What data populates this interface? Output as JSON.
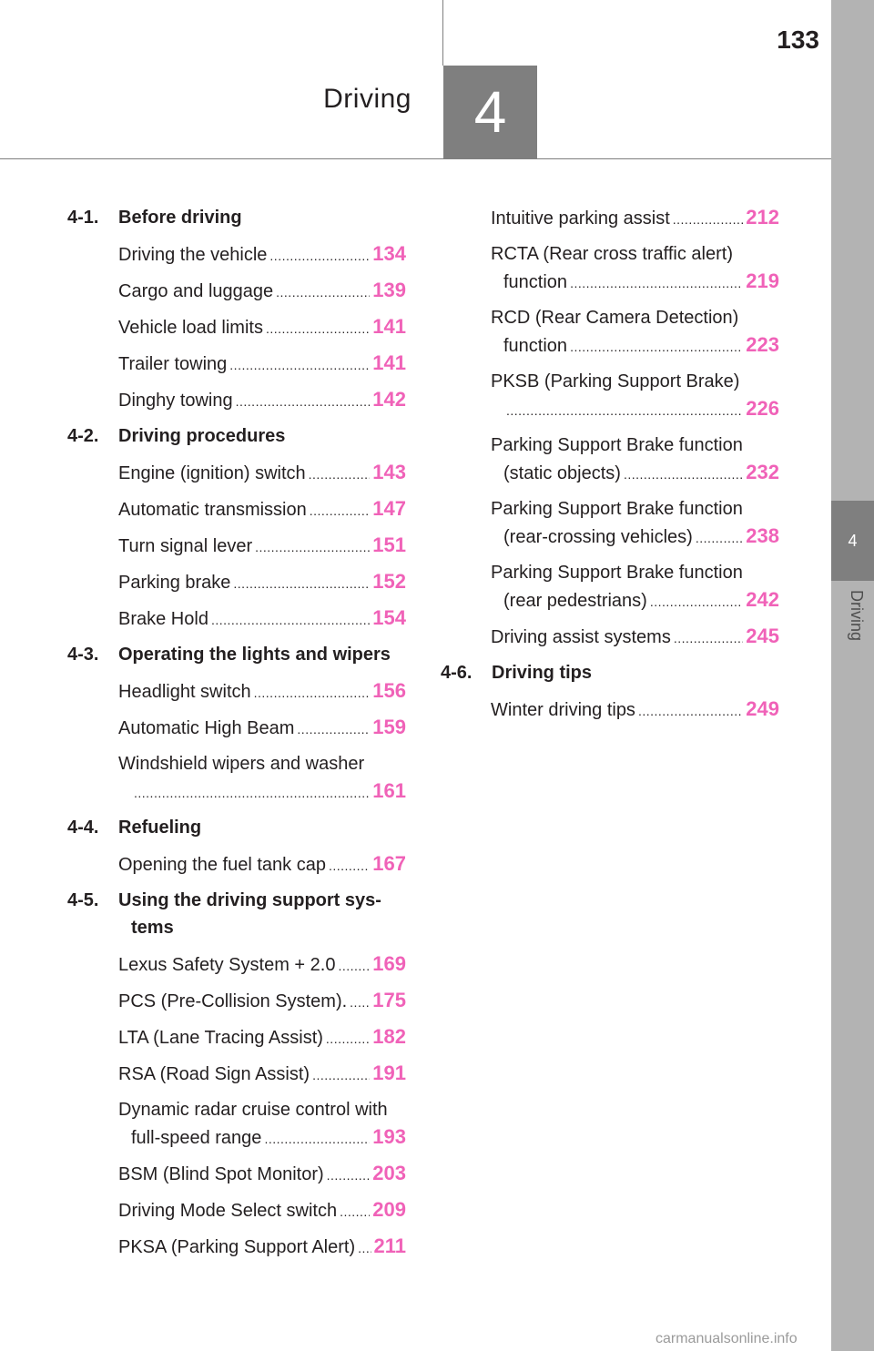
{
  "header": {
    "page_number": "133",
    "chapter_number": "4",
    "chapter_title": "Driving",
    "side_tab_number": "4",
    "side_tab_label": "Driving"
  },
  "colors": {
    "page_ref": "#f062b8",
    "chapter_box": "#7f7f7f",
    "sidebar": "#b3b3b3"
  },
  "toc": {
    "sections": [
      {
        "num": "4-1.",
        "title": "Before driving",
        "entries": [
          {
            "lines": [
              "Driving the vehicle"
            ],
            "page": "134"
          },
          {
            "lines": [
              "Cargo and luggage"
            ],
            "page": "139"
          },
          {
            "lines": [
              "Vehicle load limits"
            ],
            "page": "141"
          },
          {
            "lines": [
              "Trailer towing"
            ],
            "page": "141"
          },
          {
            "lines": [
              "Dinghy towing"
            ],
            "page": "142"
          }
        ]
      },
      {
        "num": "4-2.",
        "title": "Driving procedures",
        "entries": [
          {
            "lines": [
              "Engine (ignition) switch"
            ],
            "page": "143"
          },
          {
            "lines": [
              "Automatic transmission"
            ],
            "page": "147"
          },
          {
            "lines": [
              "Turn signal lever"
            ],
            "page": "151"
          },
          {
            "lines": [
              "Parking brake"
            ],
            "page": "152"
          },
          {
            "lines": [
              "Brake Hold"
            ],
            "page": "154"
          }
        ]
      },
      {
        "num": "4-3.",
        "title": "Operating the lights and wipers",
        "entries": [
          {
            "lines": [
              "Headlight switch"
            ],
            "page": "156"
          },
          {
            "lines": [
              "Automatic High Beam"
            ],
            "page": "159"
          },
          {
            "lines": [
              "Windshield wipers and washer",
              ""
            ],
            "page": "161"
          }
        ]
      },
      {
        "num": "4-4.",
        "title": "Refueling",
        "entries": [
          {
            "lines": [
              "Opening the fuel tank cap"
            ],
            "page": "167"
          }
        ]
      },
      {
        "num": "4-5.",
        "title": "Using the driving support sys-",
        "title2": "tems",
        "entries": [
          {
            "lines": [
              "Lexus Safety System + 2.0"
            ],
            "page": "169"
          },
          {
            "lines": [
              "PCS (Pre-Collision System)."
            ],
            "page": "175"
          },
          {
            "lines": [
              "LTA (Lane Tracing Assist)"
            ],
            "page": "182"
          },
          {
            "lines": [
              "RSA (Road Sign Assist)"
            ],
            "page": "191"
          },
          {
            "lines": [
              "Dynamic radar cruise control with",
              "full-speed range"
            ],
            "page": "193"
          },
          {
            "lines": [
              "BSM (Blind Spot Monitor)"
            ],
            "page": "203"
          },
          {
            "lines": [
              "Driving Mode Select switch"
            ],
            "page": "209"
          },
          {
            "lines": [
              "PKSA (Parking Support Alert)"
            ],
            "page": "211"
          },
          {
            "lines": [
              "Intuitive parking assist"
            ],
            "page": "212"
          },
          {
            "lines": [
              "RCTA (Rear cross traffic alert)",
              "function"
            ],
            "page": "219"
          },
          {
            "lines": [
              "RCD (Rear Camera Detection)",
              "function"
            ],
            "page": "223"
          },
          {
            "lines": [
              "PKSB (Parking Support Brake)",
              ""
            ],
            "page": "226"
          },
          {
            "lines": [
              "Parking Support Brake function",
              "(static objects)"
            ],
            "page": "232"
          },
          {
            "lines": [
              "Parking Support Brake function",
              "(rear-crossing vehicles)"
            ],
            "page": "238"
          },
          {
            "lines": [
              "Parking Support Brake function",
              "(rear pedestrians)"
            ],
            "page": "242"
          },
          {
            "lines": [
              "Driving assist systems"
            ],
            "page": "245"
          }
        ]
      },
      {
        "num": "4-6.",
        "title": "Driving tips",
        "entries": [
          {
            "lines": [
              "Winter driving tips"
            ],
            "page": "249"
          }
        ]
      }
    ]
  },
  "watermark": "carmanualsonline.info"
}
